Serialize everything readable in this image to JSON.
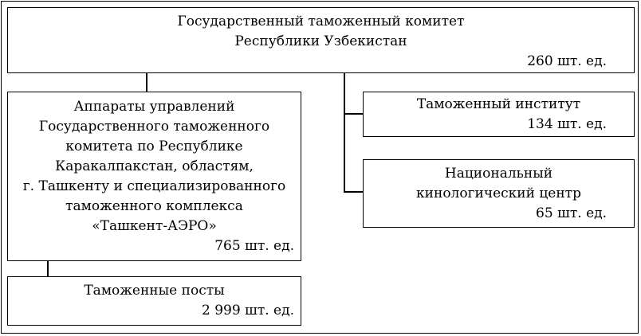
{
  "org": {
    "committee": {
      "lines": [
        "Государственный таможенный комитет",
        "Республики Узбекистан"
      ],
      "count": "260 шт. ед."
    },
    "departments": {
      "lines": [
        "Аппараты управлений",
        "Государственного таможенного",
        "комитета по Республике",
        "Каракалпакстан, областям,",
        "г. Ташкенту и специализированного",
        "таможенного комплекса",
        "«Ташкент-АЭРО»"
      ],
      "count": "765 шт. ед."
    },
    "institute": {
      "lines": [
        "Таможенный институт"
      ],
      "count": "134 шт. ед."
    },
    "cynology_center": {
      "lines": [
        "Национальный",
        "кинологический центр"
      ],
      "count": "65 шт. ед."
    },
    "customs_posts": {
      "lines": [
        "Таможенные посты"
      ],
      "count": "2 999 шт. ед."
    }
  },
  "colors": {
    "border": "#000000",
    "background": "#ffffff",
    "text": "#000000"
  }
}
